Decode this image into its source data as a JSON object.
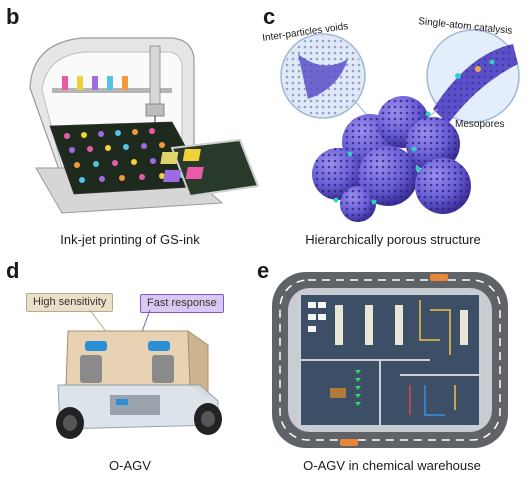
{
  "panels": {
    "b": {
      "letter": "b",
      "caption": "Ink-jet printing of GS-ink"
    },
    "c": {
      "letter": "c",
      "caption": "Hierarchically  porous structure",
      "labels": {
        "voids": "Inter-particles voids",
        "single_atom": "Single-atom catalysis",
        "mesopores": "Mesopores"
      }
    },
    "d": {
      "letter": "d",
      "caption": "O-AGV",
      "badges": {
        "sensitivity": "High sensitivity",
        "response": "Fast response"
      }
    },
    "e": {
      "letter": "e",
      "caption": "O-AGV in chemical warehouse"
    }
  },
  "colors": {
    "sphere_purple": "#6a5fd6",
    "pore_dark": "#3b2f9a",
    "accent_cyan": "#2fd1c4",
    "printer_grey": "#c9c9c9",
    "road": "#5f6368",
    "floor": "#3d4f66"
  }
}
